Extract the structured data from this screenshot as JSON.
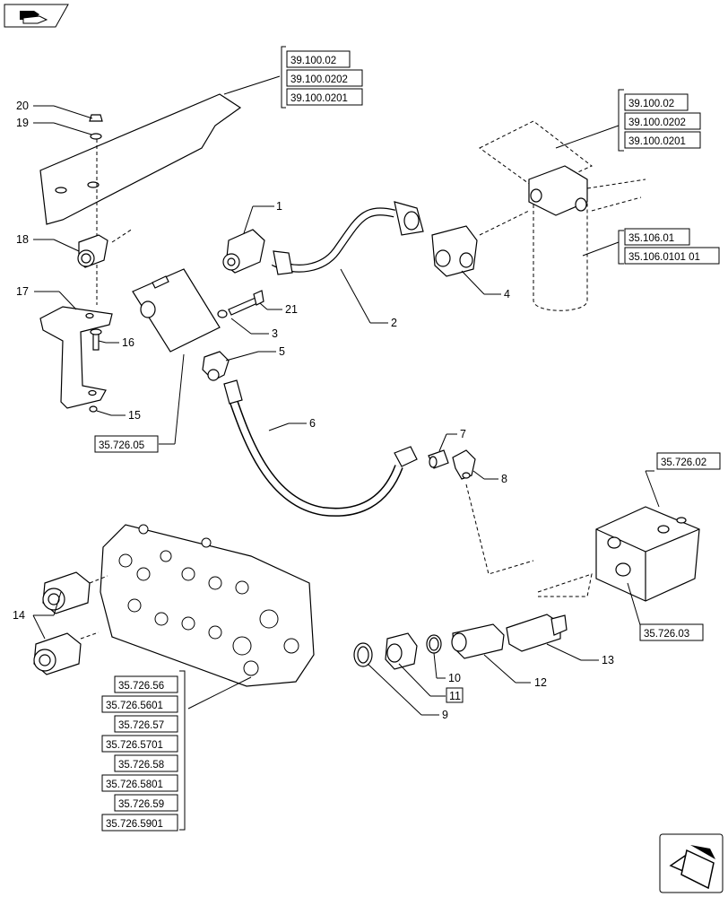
{
  "callouts": {
    "c1": "1",
    "c2": "2",
    "c3": "3",
    "c4": "4",
    "c5": "5",
    "c6": "6",
    "c7": "7",
    "c8": "8",
    "c9": "9",
    "c10": "10",
    "c11": "11",
    "c12": "12",
    "c13": "13",
    "c14": "14",
    "c15": "15",
    "c16": "16",
    "c17": "17",
    "c18": "18",
    "c19": "19",
    "c20": "20",
    "c21": "21"
  },
  "refs": {
    "top_group": [
      "39.100.02",
      "39.100.0202",
      "39.100.0201"
    ],
    "right_group": [
      "39.100.02",
      "39.100.0202",
      "39.100.0201"
    ],
    "filter_group": [
      "35.106.01",
      "35.106.0101 01"
    ],
    "block_ref": "35.726.05",
    "manifold_top": "35.726.02",
    "manifold_bottom": "35.726.03",
    "valve_group": [
      "35.726.56",
      "35.726.5601",
      "35.726.57",
      "35.726.5701",
      "35.726.58",
      "35.726.5801",
      "35.726.59",
      "35.726.5901"
    ]
  },
  "icons": {
    "top_left": "prev-page-arrow-icon",
    "bottom_right": "next-page-arrow-icon"
  }
}
